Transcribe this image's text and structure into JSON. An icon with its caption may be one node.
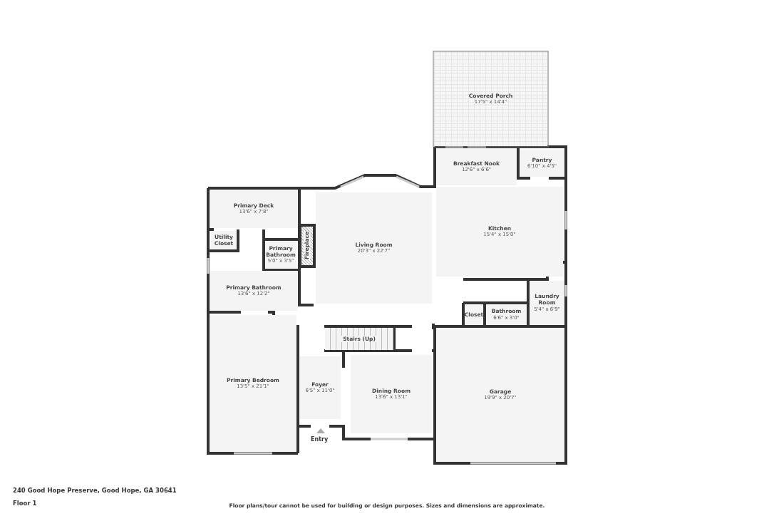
{
  "diagram": {
    "nodes": [
      {
        "text": [
          "Covered Porch",
          "17'5\" x 14'4\""
        ]
      },
      {
        "text": [
          "Breakfast Nook",
          "12'6\" x 6'6\""
        ]
      },
      {
        "text": [
          "Pantry",
          "6'10\" x 4'5\""
        ]
      },
      {
        "text": [
          "Primary Deck",
          "13'6\" x 7'8\""
        ]
      },
      {
        "text": [
          "Utility Closet"
        ]
      },
      {
        "text": [
          "Primary Bathroom",
          "5'0\" x 3'5\""
        ]
      },
      {
        "text": [
          "Fireplace"
        ]
      },
      {
        "text": [
          "Living Room",
          "20'3\" x 22'7\""
        ]
      },
      {
        "text": [
          "Kitchen",
          "15'4\" x 15'0\""
        ]
      },
      {
        "text": [
          "Primary Bathroom",
          "13'6\" x 12'2\""
        ]
      },
      {
        "text": [
          "Laundry Room",
          "5'4\" x 6'9\""
        ]
      },
      {
        "text": [
          "Closet"
        ]
      },
      {
        "text": [
          "Bathroom",
          "6'6\" x 3'0\""
        ]
      },
      {
        "text": [
          "Stairs (Up)"
        ]
      },
      {
        "text": [
          "Primary Bedroom",
          "13'5\" x 21'1\""
        ]
      },
      {
        "text": [
          "Foyer",
          "6'5\" x 11'0\""
        ]
      },
      {
        "text": [
          "Dining Room",
          "13'6\" x 13'1\""
        ]
      },
      {
        "text": [
          "Garage",
          "19'9\" x 20'7\""
        ]
      }
    ],
    "labels": [
      "Entry",
      "240 Good Hope Preserve, Good Hope, GA 30641",
      "Floor 1",
      "Floor plans/tour cannot be used for building or design purposes. Sizes and dimensions are approximate."
    ]
  }
}
